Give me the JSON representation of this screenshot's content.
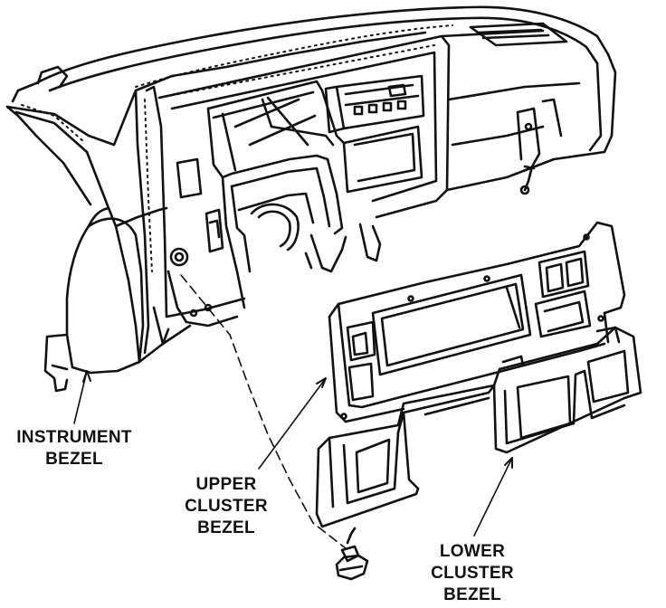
{
  "labels": {
    "instrument_bezel": {
      "line1": "INSTRUMENT",
      "line2": "BEZEL"
    },
    "upper_cluster_bezel": {
      "line1": "UPPER",
      "line2": "CLUSTER",
      "line3": "BEZEL"
    },
    "lower_cluster_bezel": {
      "line1": "LOWER",
      "line2": "CLUSTER",
      "line3": "BEZEL"
    }
  },
  "colors": {
    "ink": "#111111",
    "background": "#ffffff"
  }
}
